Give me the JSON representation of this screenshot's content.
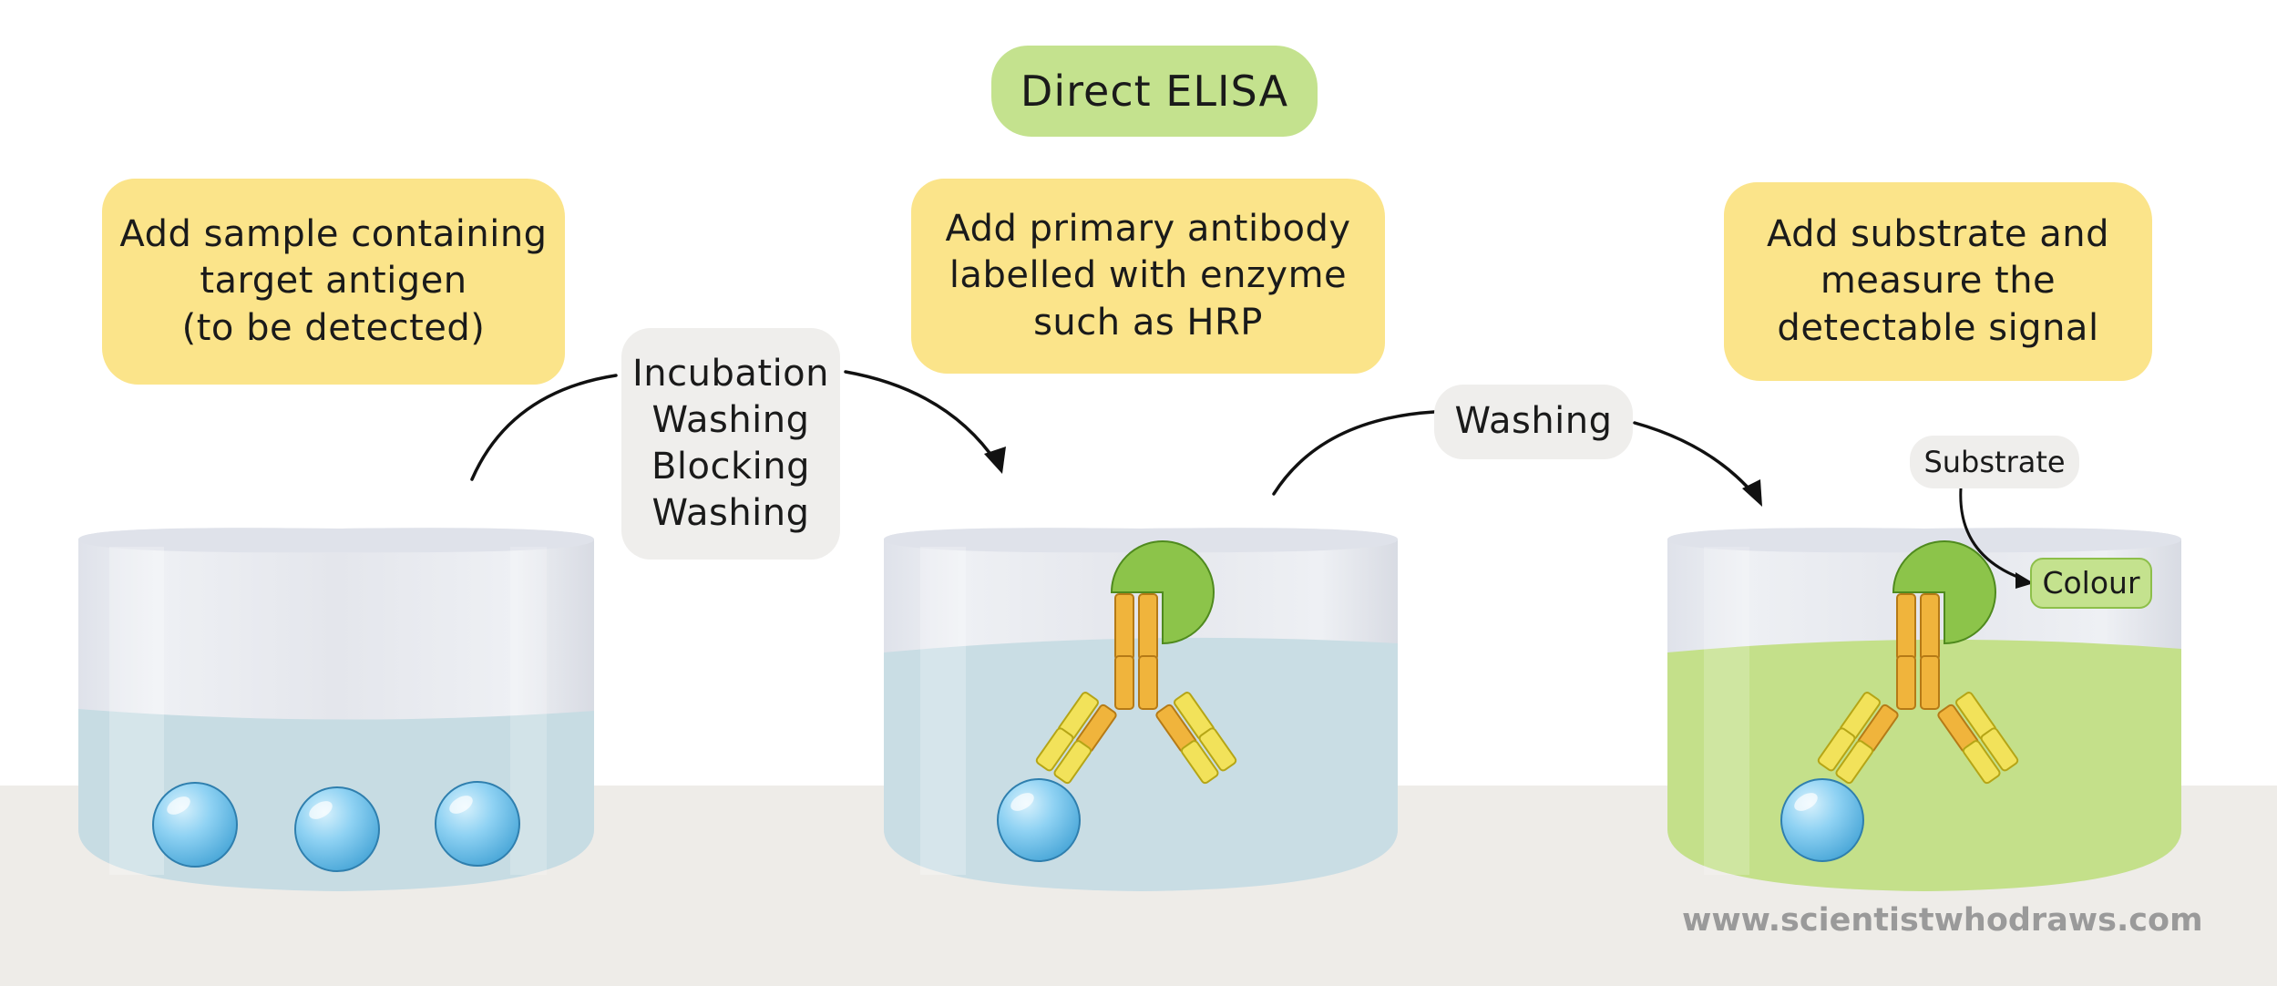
{
  "title": "Direct ELISA",
  "steps": [
    {
      "lines": [
        "Add sample containing",
        "target antigen",
        "(to be detected)"
      ]
    },
    {
      "lines": [
        "Add primary antibody",
        "labelled with enzyme",
        "such as HRP"
      ]
    },
    {
      "lines": [
        "Add substrate and",
        "measure the",
        "detectable signal"
      ]
    }
  ],
  "process_labels": [
    {
      "lines": [
        "Incubation",
        "Washing",
        "Blocking",
        "Washing"
      ]
    },
    {
      "lines": [
        "Washing"
      ]
    }
  ],
  "substrate_label": "Substrate",
  "colour_label": "Colour",
  "watermark": "www.scientistwhodraws.com",
  "colors": {
    "title_bg": "#c4e28e",
    "step_bg": "#fbe48a",
    "process_bg": "#efeeec",
    "liquid_clear": "#c9dde4",
    "liquid_signal": "#c4e08a",
    "antigen": "#7cc9ef",
    "enzyme": "#8cc44a",
    "antibody_heavy": "#f0b43c",
    "antibody_light": "#f2e25a"
  }
}
